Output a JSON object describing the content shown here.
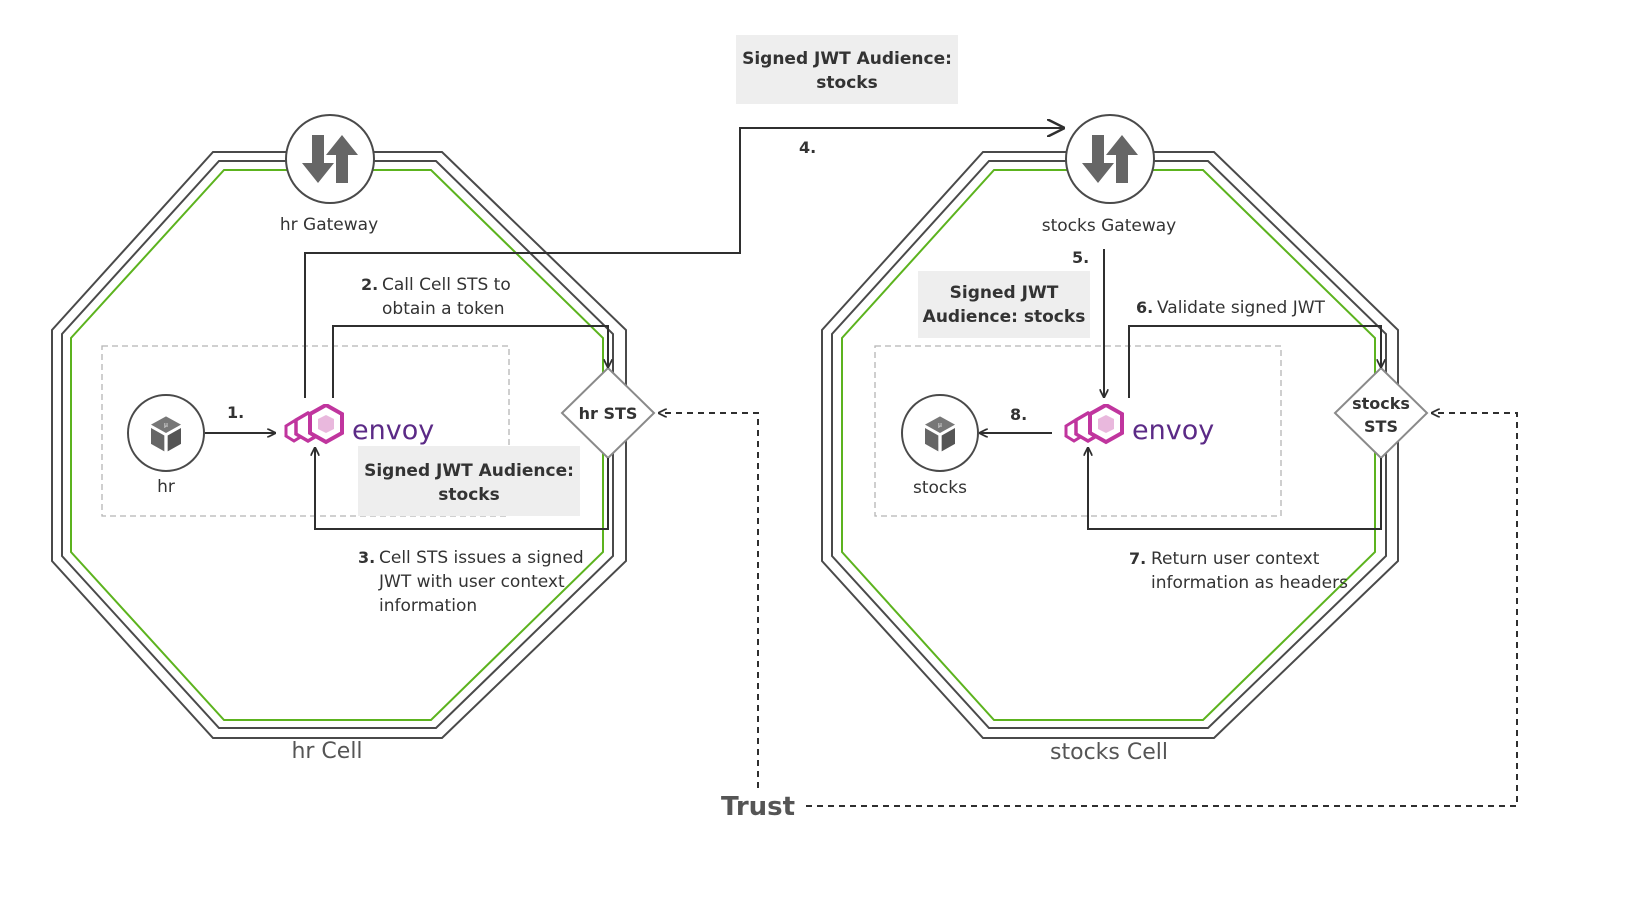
{
  "colors": {
    "cell_outline": "#4a4a4a",
    "cell_inner": "#5cb31e",
    "arrow": "#2f2f2f",
    "note_bg": "#eeeeee",
    "envoy_magenta": "#c0359e",
    "envoy_text": "#5b2a86",
    "icon_grey": "#666666"
  },
  "hr_cell": {
    "name": "hr Cell",
    "gateway": "hr Gateway",
    "service": "hr",
    "sts": "hr STS",
    "proxy": "envoy",
    "note": [
      "Signed JWT Audience:",
      "stocks"
    ]
  },
  "stocks_cell": {
    "name": "stocks Cell",
    "gateway": "stocks Gateway",
    "service": "stocks",
    "sts": [
      "stocks",
      "STS"
    ],
    "proxy": "envoy",
    "note": [
      "Signed JWT",
      "Audience: stocks"
    ]
  },
  "top_note": [
    "Signed JWT Audience:",
    "stocks"
  ],
  "steps": {
    "s1": {
      "num": "1."
    },
    "s2": {
      "num": "2.",
      "lines": [
        "Call Cell STS to",
        "obtain a token"
      ]
    },
    "s3": {
      "num": "3.",
      "lines": [
        "Cell STS issues a signed",
        "JWT with user context",
        "information"
      ]
    },
    "s4": {
      "num": "4."
    },
    "s5": {
      "num": "5."
    },
    "s6": {
      "num": "6.",
      "lines": [
        "Validate signed JWT"
      ]
    },
    "s7": {
      "num": "7.",
      "lines": [
        "Return user context",
        "information as headers"
      ]
    },
    "s8": {
      "num": "8."
    }
  },
  "trust": "Trust",
  "icons": [
    "gateway-arrows-icon",
    "microservice-cube-icon",
    "envoy-logo-icon",
    "arrow-head-icon"
  ]
}
